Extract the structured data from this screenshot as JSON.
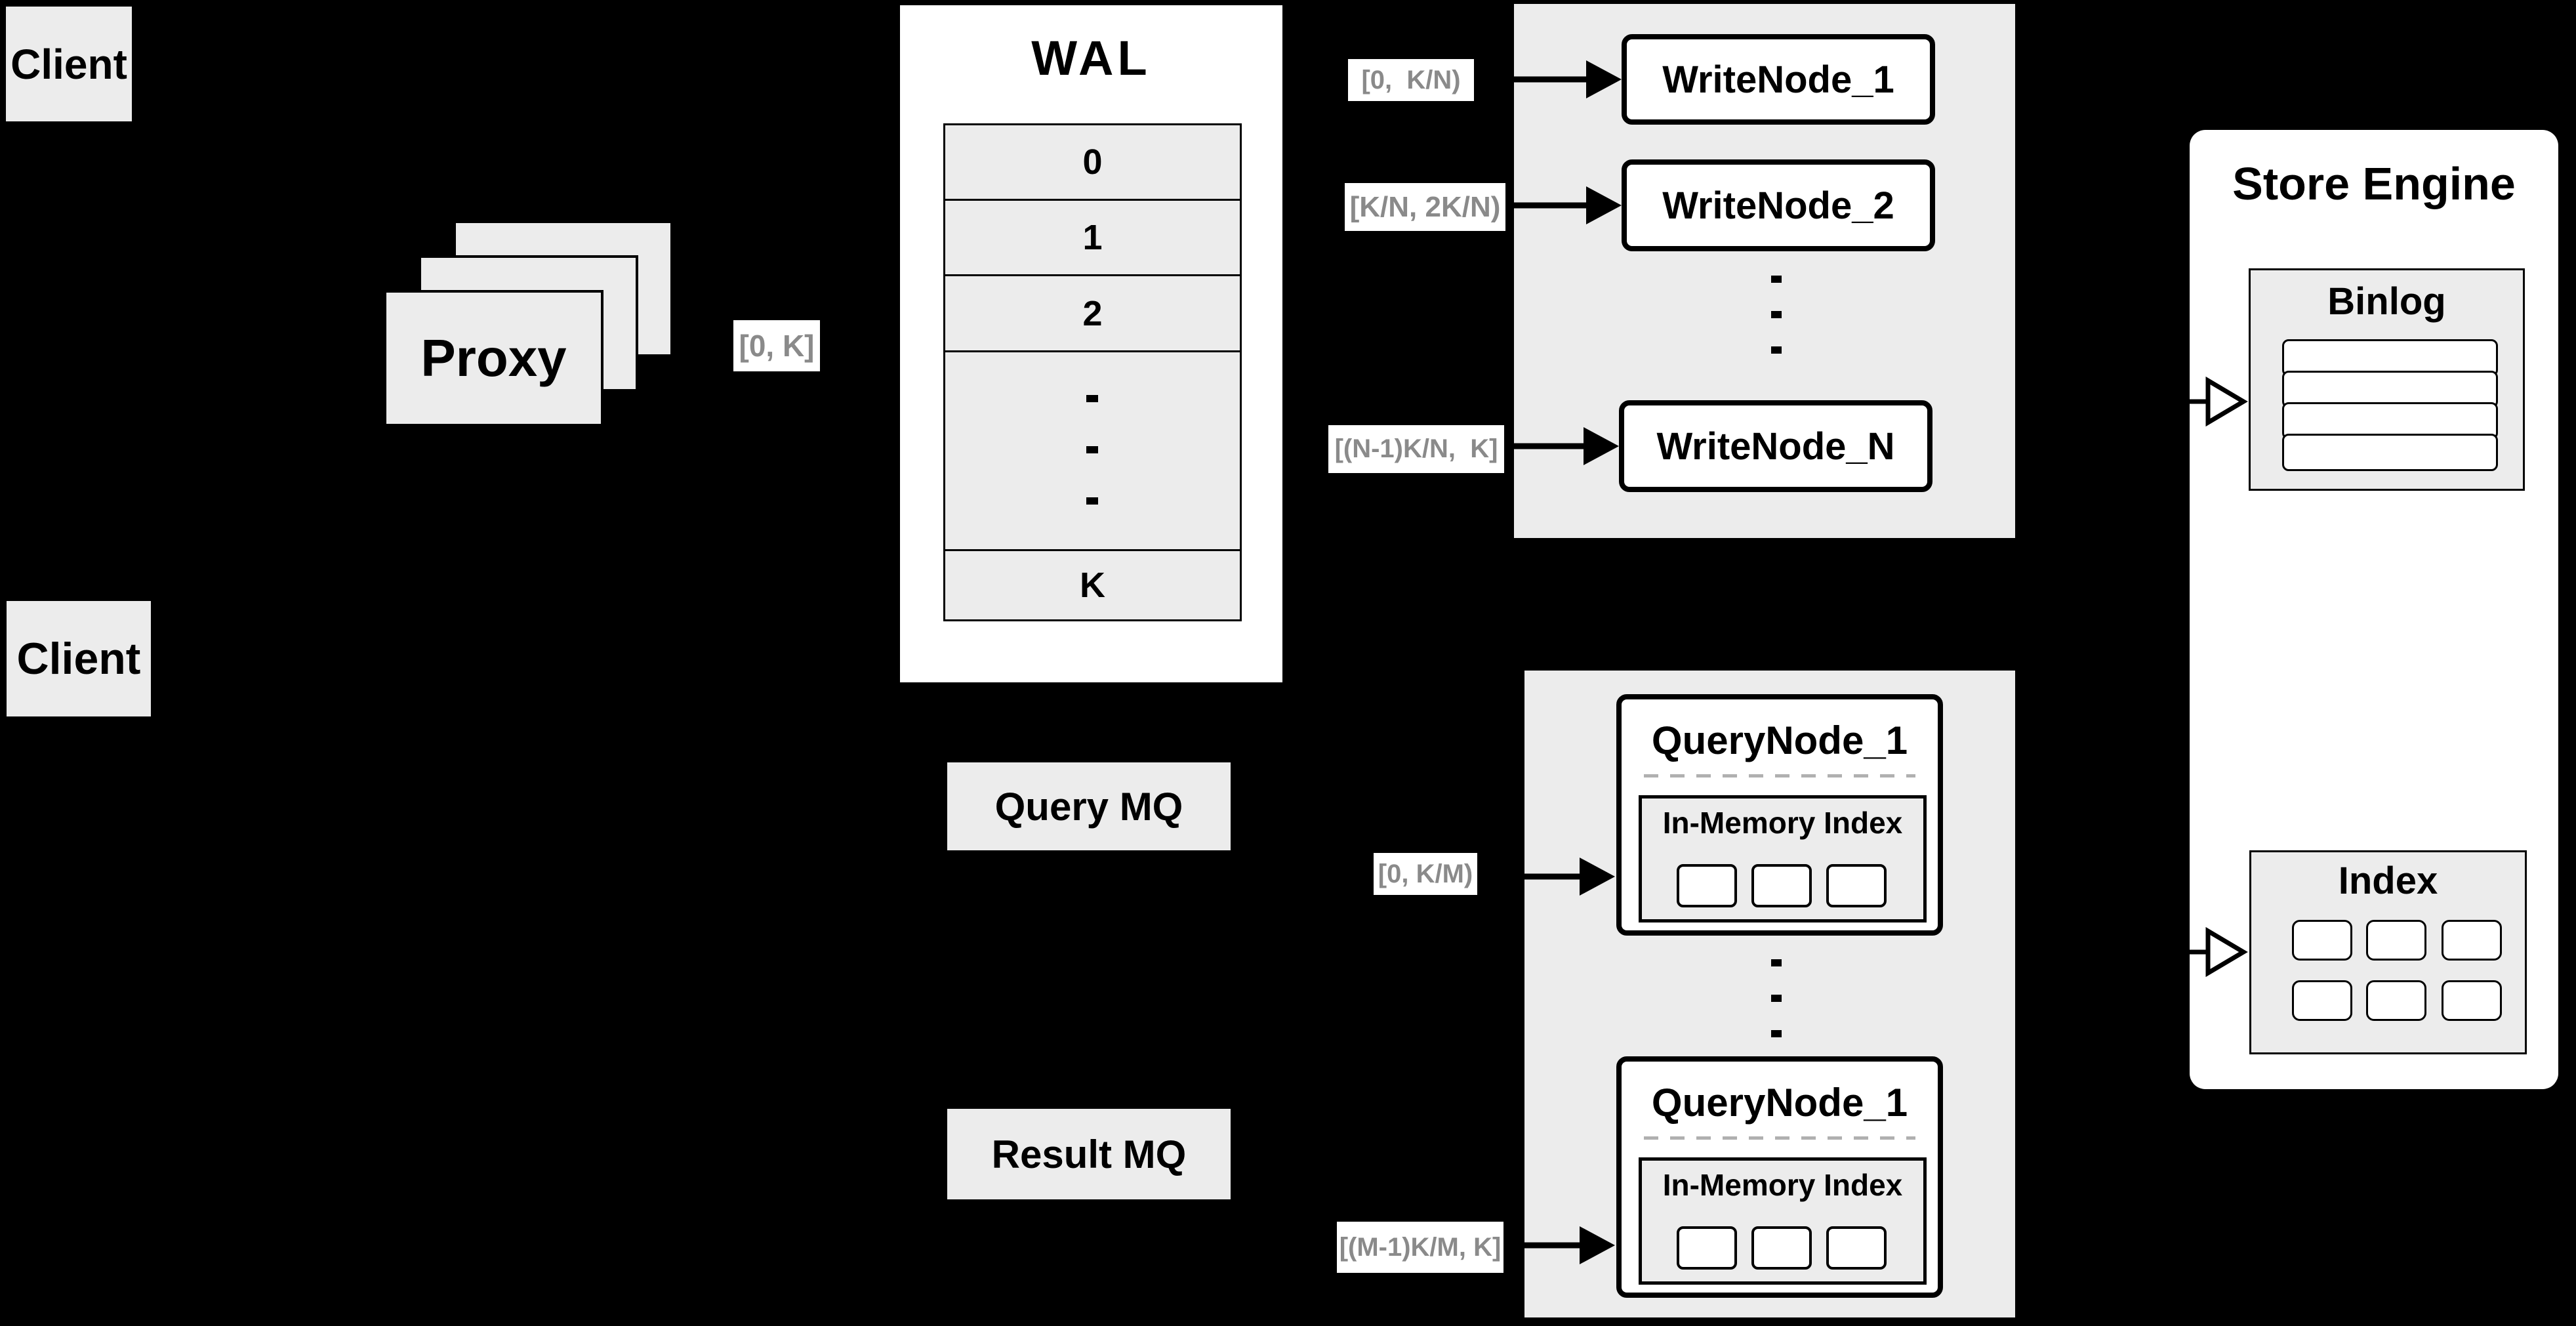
{
  "colors": {
    "background": "#000000",
    "box_fill": "#ececec",
    "node_fill": "#ffffff",
    "line": "#000000",
    "label_text": "#8a8a8a",
    "divider": "#b0b0b0"
  },
  "clients": {
    "top": "Client",
    "bottom": "Client"
  },
  "proxy": {
    "label": "Proxy",
    "range_label": "[0, K]"
  },
  "wal": {
    "title": "WAL",
    "rows": [
      "0",
      "1",
      "2",
      "K"
    ]
  },
  "write_section": {
    "labels": [
      "[0,  K/N)",
      "[K/N, 2K/N)",
      "[(N-1)K/N,  K]"
    ],
    "nodes": [
      "WriteNode_1",
      "WriteNode_2",
      "WriteNode_N"
    ]
  },
  "query_section": {
    "labels": [
      "[0, K/M)",
      "[(M-1)K/M, K]"
    ],
    "nodes": [
      {
        "title": "QueryNode_1",
        "inner_title": "In-Memory Index"
      },
      {
        "title": "QueryNode_1",
        "inner_title": "In-Memory Index"
      }
    ]
  },
  "mq": {
    "query": "Query MQ",
    "result": "Result MQ"
  },
  "store_engine": {
    "title": "Store Engine",
    "binlog_title": "Binlog",
    "index_title": "Index"
  }
}
